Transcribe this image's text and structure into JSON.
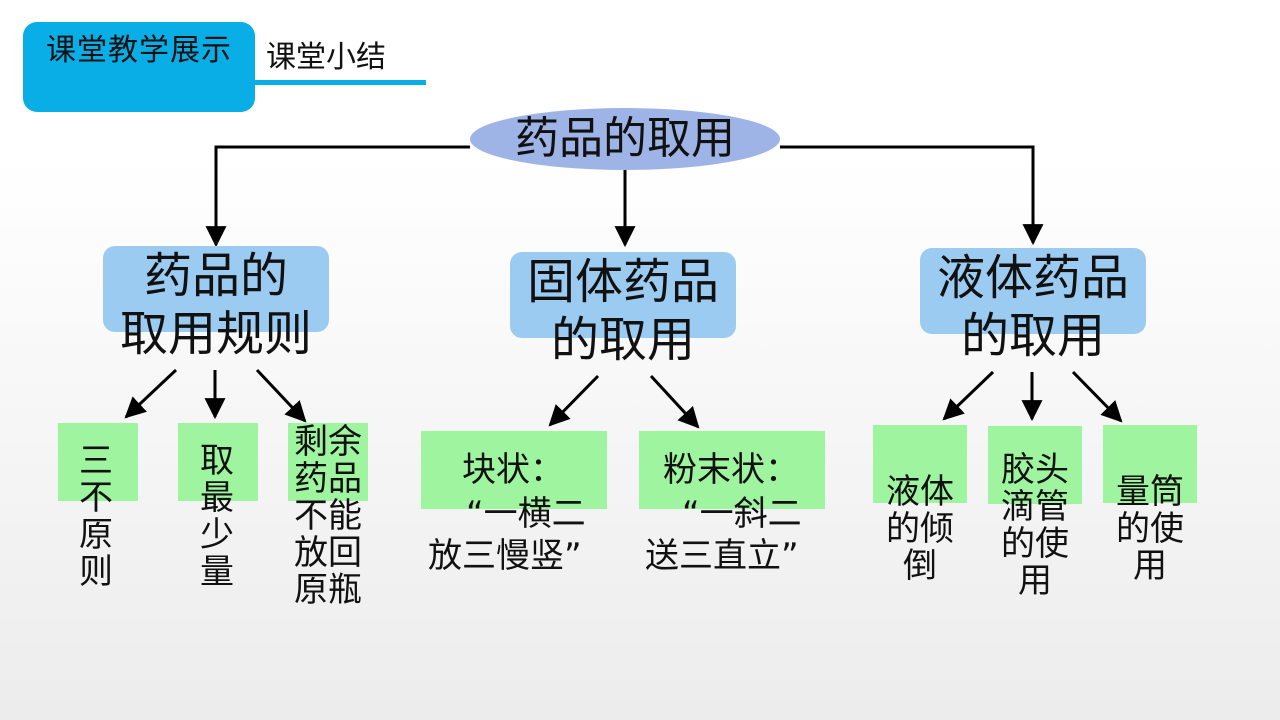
{
  "header": {
    "tag": "课堂教学展示",
    "subtitle": "课堂小结"
  },
  "root": {
    "label": "药品的取用"
  },
  "categories": [
    {
      "line1": "药品的",
      "line2": "取用规则"
    },
    {
      "line1": "固体药品",
      "line2": "的取用"
    },
    {
      "line1": "液体药品",
      "line2": "的取用"
    }
  ],
  "leaves": {
    "rule1": "三不原则",
    "rule2": "取最少量",
    "rule3": "剩余药品不能放回原瓶",
    "solid1_l1": "块状：",
    "solid1_l2": "“一横二",
    "solid1_l3": "放三慢竖”",
    "solid2_l1": "粉末状：",
    "solid2_l2": "“一斜二",
    "solid2_l3": "送三直立”",
    "liquid1": "液体的倾倒",
    "liquid2": "胶头滴管的使用",
    "liquid3": "量筒的使用"
  }
}
